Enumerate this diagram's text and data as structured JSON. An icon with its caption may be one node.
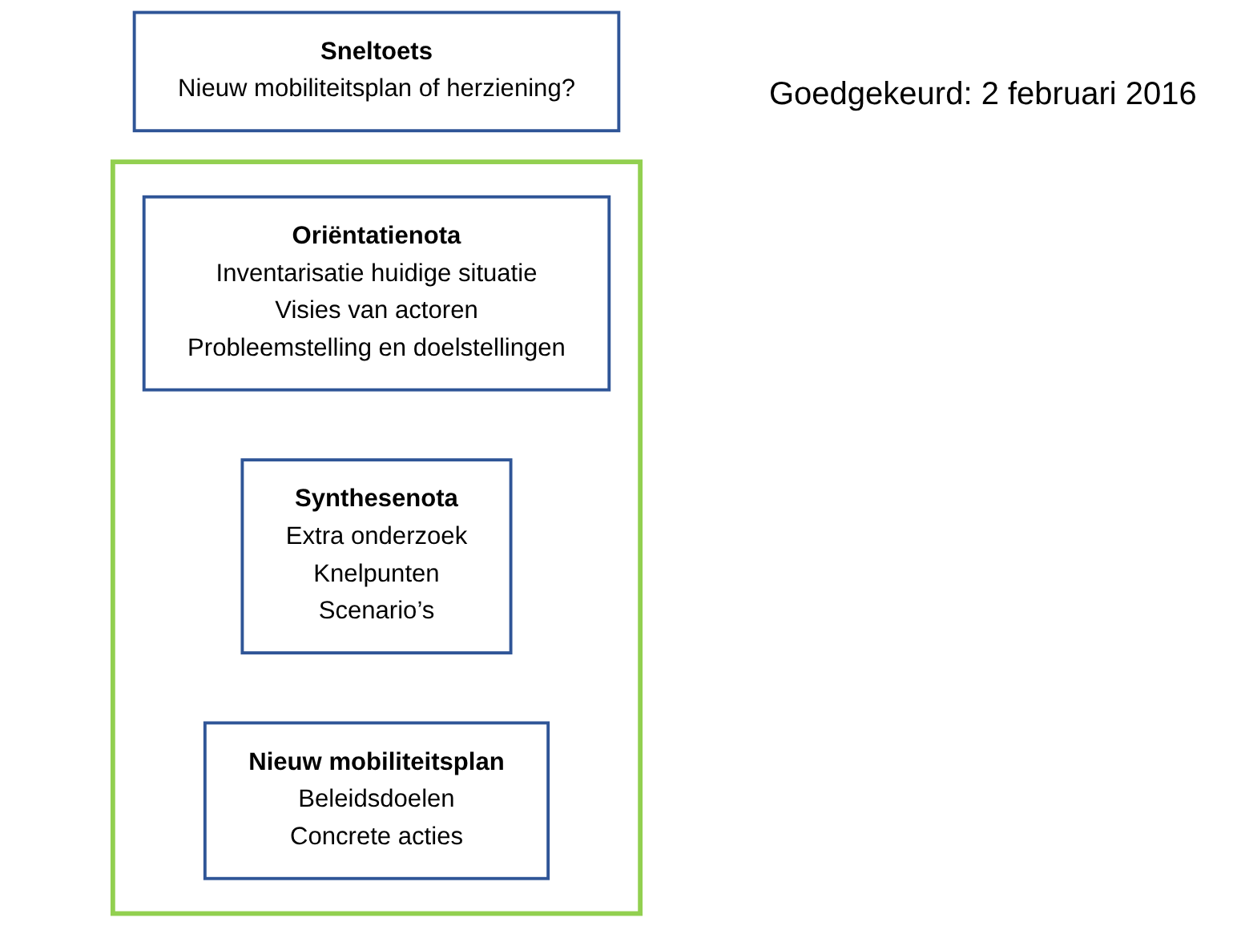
{
  "diagram": {
    "nodes": [
      {
        "text": [
          "Sneltoets",
          "Nieuw mobiliteitsplan of herziening?"
        ]
      },
      {
        "text": [],
        "shape": "box"
      },
      {
        "text": [
          "Oriëntatienota",
          "Inventarisatie huidige situatie",
          "Visies van actoren",
          "Probleemstelling en doelstellingen"
        ],
        "in": 1
      },
      {
        "text": [
          "Synthesenota",
          "Extra onderzoek",
          "Knelpunten",
          "Scenario’s"
        ],
        "in": 1
      },
      {
        "text": [
          "Nieuw mobiliteitsplan",
          "Beleidsdoelen",
          "Concrete acties"
        ],
        "in": 1
      }
    ],
    "edges": [],
    "labels": [
      "Goedgekeurd: 2 februari 2016"
    ]
  }
}
